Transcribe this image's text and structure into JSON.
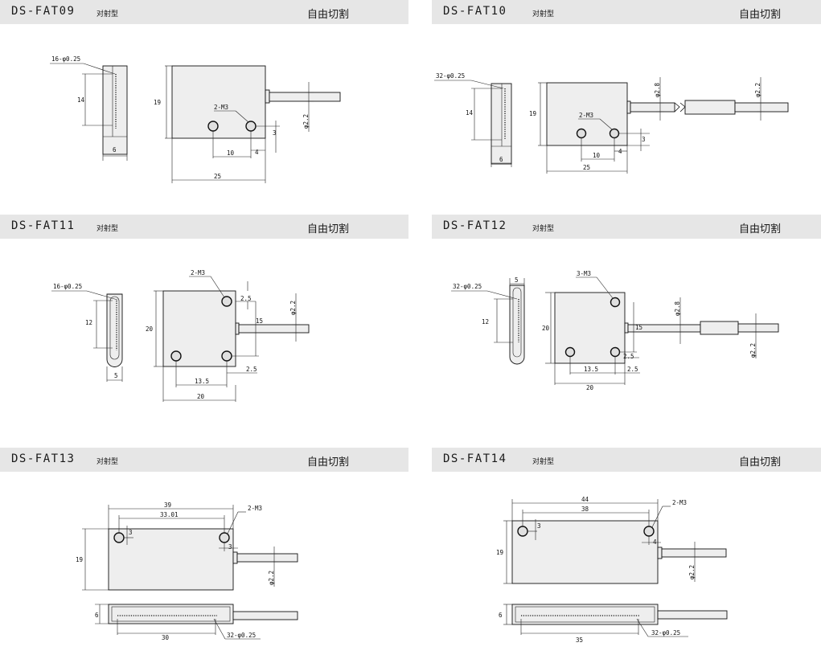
{
  "panels": [
    {
      "model": "DS-FAT09",
      "type": "对射型",
      "mode": "自由切割",
      "dims": {
        "fiber": "16-φ0.25",
        "height_side": "14",
        "width_side": "6",
        "height": "19",
        "screw": "2-M3",
        "hole_spacing": "10",
        "edge_x": "4",
        "edge_y": "3",
        "length": "25",
        "cable": "φ2.2"
      }
    },
    {
      "model": "DS-FAT10",
      "type": "对射型",
      "mode": "自由切割",
      "dims": {
        "fiber": "32-φ0.25",
        "height_side": "14",
        "width_side": "6",
        "height": "19",
        "screw": "2-M3",
        "hole_spacing": "10",
        "edge_x": "4",
        "edge_y": "3",
        "length": "25",
        "cable": "φ2.8",
        "cable_end": "φ2.2"
      }
    },
    {
      "model": "DS-FAT11",
      "type": "对射型",
      "mode": "自由切割",
      "dims": {
        "fiber": "16-φ0.25",
        "height_side": "12",
        "width_side": "5",
        "screw": "2-M3",
        "edge_top": "2.5",
        "cable_y": "15",
        "height": "20",
        "hole_spacing": "13.5",
        "edge_bottom": "2.5",
        "length": "20",
        "cable": "φ2.2"
      }
    },
    {
      "model": "DS-FAT12",
      "type": "对射型",
      "mode": "自由切割",
      "dims": {
        "fiber": "32-φ0.25",
        "width_side": "5",
        "height_side": "12",
        "screw": "3-M3",
        "height": "20",
        "cable_y": "15",
        "edge_top": "2.5",
        "hole_spacing": "13.5",
        "edge_bottom": "2.5",
        "length": "20",
        "cable": "φ2.8",
        "cable_end": "φ2.2"
      }
    },
    {
      "model": "DS-FAT13",
      "type": "对射型",
      "mode": "自由切割",
      "dims": {
        "length": "39",
        "hole_spacing": "33.01",
        "screw": "2-M3",
        "edge_y": "3",
        "edge_x": "3",
        "height": "19",
        "cable": "φ2.2",
        "thickness": "6",
        "fiber_span": "30",
        "fiber": "32-φ0.25"
      }
    },
    {
      "model": "DS-FAT14",
      "type": "对射型",
      "mode": "自由切割",
      "dims": {
        "length": "44",
        "hole_spacing": "38",
        "screw": "2-M3",
        "edge_y": "3",
        "edge_x": "4",
        "height": "19",
        "cable": "φ2.2",
        "thickness": "6",
        "fiber_span": "35",
        "fiber": "32-φ0.25"
      }
    }
  ]
}
